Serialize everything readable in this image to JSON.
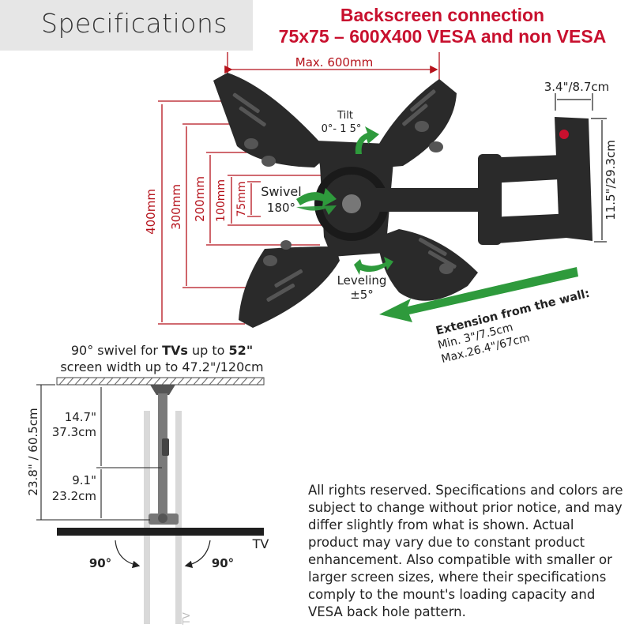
{
  "title": "Specifications",
  "backscreen": {
    "line1": "Backscreen connection",
    "line2": "75x75 – 600X400 VESA and non VESA"
  },
  "dimensions": {
    "max_width": "Max. 600mm",
    "h400": "400mm",
    "h300": "300mm",
    "h200": "200mm",
    "h100": "100mm",
    "h75": "75mm",
    "plate_width": "3.4\"/8.7cm",
    "plate_height": "11.5\"/29.3cm"
  },
  "features": {
    "tilt_label": "Tilt",
    "tilt_range": "0°- 1 5°",
    "swivel_label": "Swivel",
    "swivel_value": "180°",
    "leveling_label": "Leveling",
    "leveling_value": "±5°"
  },
  "extension": {
    "title": "Extension from the wall:",
    "min": "Min. 3\"/7.5cm",
    "max": "Max.26.4\"/67cm"
  },
  "swivel_caption": {
    "prefix": "90° swivel for ",
    "bold1": "TVs",
    "mid": " up to ",
    "bold2": "52\"",
    "line2": "screen width up to 47.2\"/120cm"
  },
  "side_view": {
    "total_height": "23.8\" / 60.5cm",
    "upper_in": "14.7\"",
    "upper_cm": "37.3cm",
    "lower_in": "9.1\"",
    "lower_cm": "23.2cm",
    "tv_label": "TV",
    "tv_vertical_label": "TV",
    "angle_left": "90°",
    "angle_right": "90°"
  },
  "disclaimer": "All rights reserved. Specifications and colors are subject to change without prior notice, and may differ slightly from what is shown. Actual product may vary due to constant product enhancement. Also compatible with smaller or larger screen sizes, where their specifications comply to the mount's loading capacity and VESA back hole pattern.",
  "colors": {
    "accent_red": "#c8102e",
    "dimension_red": "#b5121b",
    "arrow_green": "#2e9a3c",
    "product_black": "#2a2a2a"
  }
}
